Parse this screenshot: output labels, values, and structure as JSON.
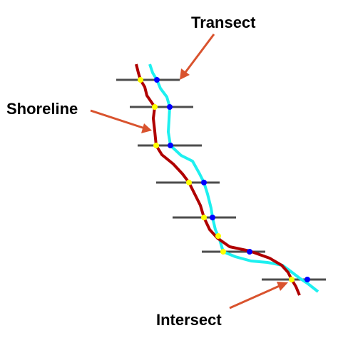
{
  "labels": {
    "transect": "Transect",
    "shoreline": "Shoreline",
    "intersect": "Intersect"
  },
  "colors": {
    "background": "#ffffff",
    "transect_line": "#4d4d4d",
    "shoreline_red": "#b00000",
    "shoreline_cyan": "#1ef0f0",
    "red_intersect_point": "#ffff00",
    "cyan_intersect_point": "#0000ff",
    "arrow": "#d9532e"
  },
  "counts": {
    "transects": 7,
    "shorelines": 2
  }
}
